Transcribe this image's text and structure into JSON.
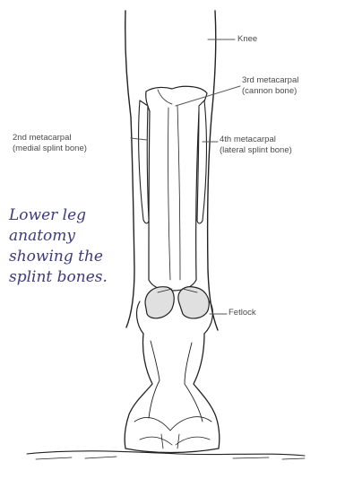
{
  "labels": {
    "knee": "Knee",
    "third_metacarpal": "3rd metacarpal",
    "third_metacarpal_sub": "(cannon bone)",
    "second_metacarpal": "2nd metacarpal",
    "second_metacarpal_sub": "(medial splint bone)",
    "fourth_metacarpal": "4th metacarpal",
    "fourth_metacarpal_sub": "(lateral splint bone)",
    "fetlock": "Fetlock"
  },
  "caption": {
    "line1": "Lower leg",
    "line2": "anatomy",
    "line3": "showing the",
    "line4": "splint bones."
  },
  "colors": {
    "ink": "#222222",
    "label": "#4a4a4a",
    "caption": "#3f3a7a",
    "shade": "#c9c9c9"
  }
}
